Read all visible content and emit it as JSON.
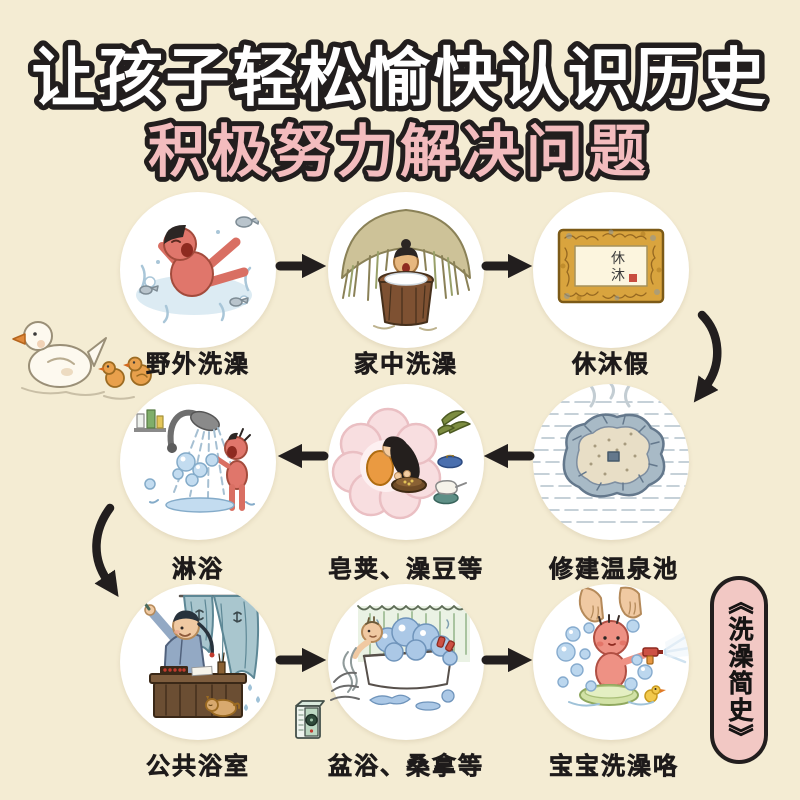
{
  "page": {
    "background_color": "#f4ecd3"
  },
  "header": {
    "title": "让孩子轻松愉快认识历史",
    "subtitle": "积极努力解决问题",
    "title_fill": "#ffffff",
    "subtitle_fill": "#f3bcbe",
    "outline_color": "#221e1e"
  },
  "badge": {
    "label": "《洗澡简史》",
    "background": "#f2c8c4",
    "border_color": "#221e1e"
  },
  "flow": {
    "arrow_color": "#221e1e"
  },
  "steps": [
    {
      "label": "野外洗澡"
    },
    {
      "label": "家中洗澡"
    },
    {
      "label": "休沐假",
      "plaque": {
        "line1": "休",
        "line2": "沐"
      }
    },
    {
      "label": "淋浴"
    },
    {
      "label": "皂荚、澡豆等"
    },
    {
      "label": "修建温泉池"
    },
    {
      "label": "公共浴室"
    },
    {
      "label": "盆浴、桑拿等"
    },
    {
      "label": "宝宝洗澡咯"
    }
  ]
}
